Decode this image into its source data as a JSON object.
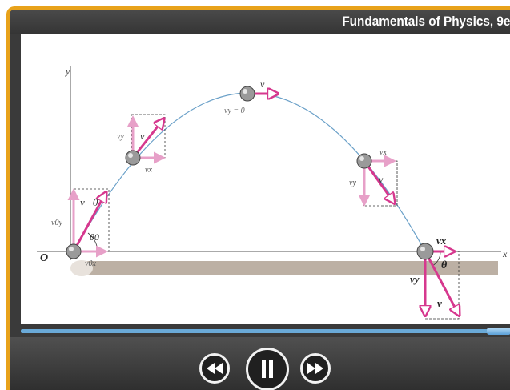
{
  "header": {
    "title": "Fundamentals of Physics, 9e"
  },
  "diagram": {
    "axis_y": "y",
    "axis_x": "x",
    "origin": "O",
    "labels": {
      "v0": "v⃗0",
      "v0y": "v0y",
      "v0x": "v0x",
      "theta0": "θ0",
      "vy_1": "vy",
      "v_1": "v⃗",
      "vx_1": "vx",
      "v_top": "v⃗",
      "vy_top": "vy = 0",
      "vx_3": "vx",
      "vy_3": "vy",
      "v_3": "v⃗",
      "vx_4": "vx",
      "theta": "θ",
      "vy_4": "vy",
      "v_4": "v⃗"
    }
  },
  "player": {
    "progress_fraction": 0.97,
    "rewind_icon": "rewind-icon",
    "pause_icon": "pause-icon",
    "forward_icon": "fast-forward-icon"
  },
  "colors": {
    "frame_accent": "#e8a21a",
    "vector": "#d6388e",
    "vector_light": "#e7a0c8",
    "trajectory": "#6aa0c8",
    "ground": "#bcb0a4",
    "scrubber": "#6aaad8"
  }
}
